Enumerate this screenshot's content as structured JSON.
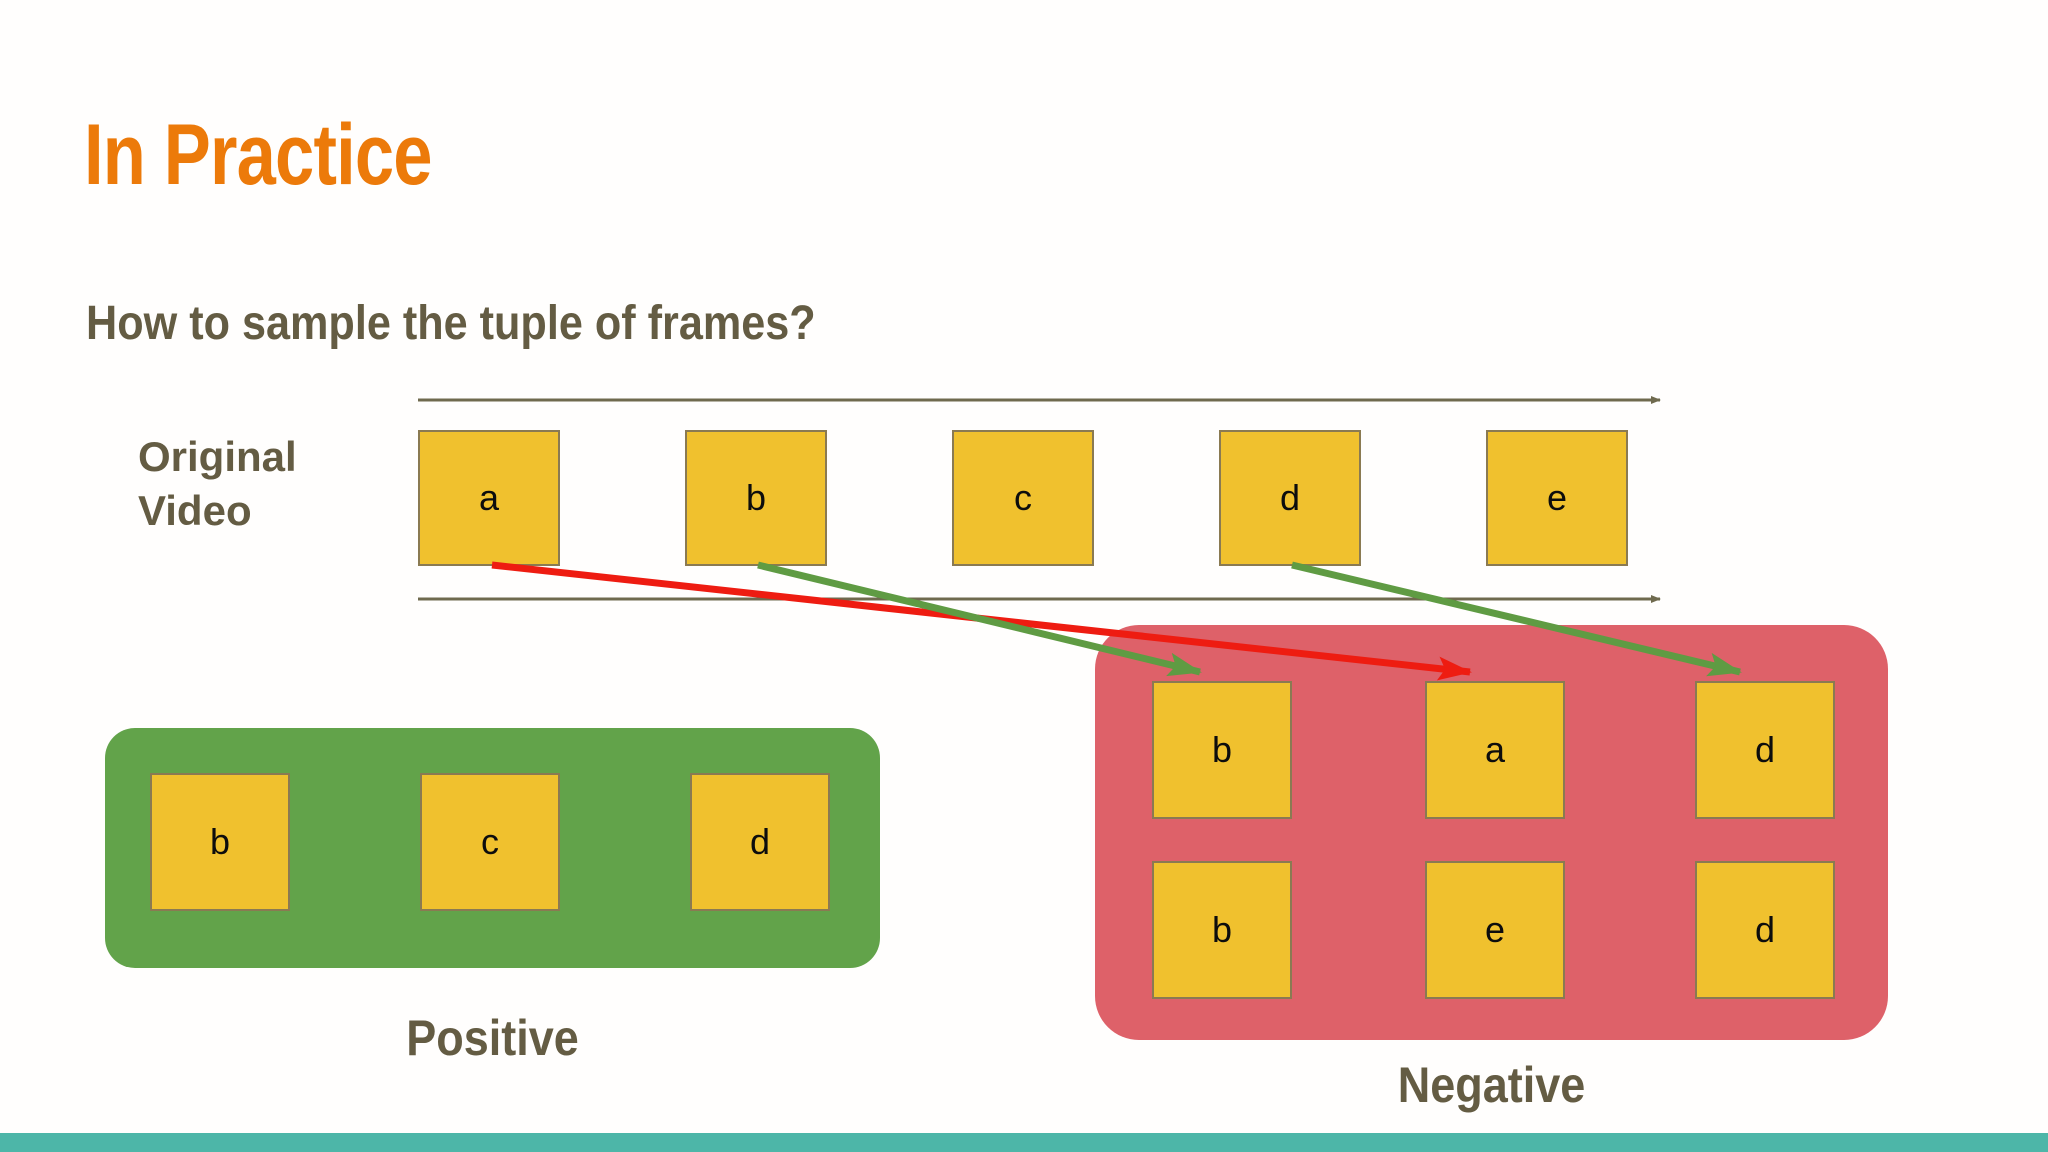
{
  "slide": {
    "title": "In Practice",
    "subtitle": "How to sample the tuple of frames?",
    "background_color": "#fffefd",
    "title_color": "#EC7A0A",
    "text_color": "#645C43",
    "accent_bar_color": "#4DB6A8"
  },
  "timeline": {
    "label_line1": "Original",
    "label_line2": "Video",
    "frames": [
      {
        "letter": "a"
      },
      {
        "letter": "b"
      },
      {
        "letter": "c"
      },
      {
        "letter": "d"
      },
      {
        "letter": "e"
      }
    ],
    "top_axis_direction": "right",
    "bottom_axis_direction": "right",
    "axis_color": "#6F6A4E"
  },
  "positive": {
    "label": "Positive",
    "box_color": "#62A34A",
    "frames": [
      {
        "letter": "b"
      },
      {
        "letter": "c"
      },
      {
        "letter": "d"
      }
    ]
  },
  "negative": {
    "label": "Negative",
    "box_color": "#DE6169",
    "rows": [
      {
        "frames": [
          {
            "letter": "b"
          },
          {
            "letter": "a"
          },
          {
            "letter": "d"
          }
        ]
      },
      {
        "frames": [
          {
            "letter": "b"
          },
          {
            "letter": "e"
          },
          {
            "letter": "d"
          }
        ]
      }
    ]
  },
  "frame_style": {
    "fill": "#F0C12E",
    "border": "#8A7A52"
  },
  "arrows": [
    {
      "name": "red-arrow-a-to-negative",
      "color": "#EE1C11",
      "from_frame": "a",
      "to": "negative-row0-col1"
    },
    {
      "name": "green-arrow-b-to-negative",
      "color": "#5F9B43",
      "from_frame": "b",
      "to": "negative-row0-col0"
    },
    {
      "name": "green-arrow-d-to-negative",
      "color": "#5F9B43",
      "from_frame": "d",
      "to": "negative-row0-col2"
    }
  ]
}
